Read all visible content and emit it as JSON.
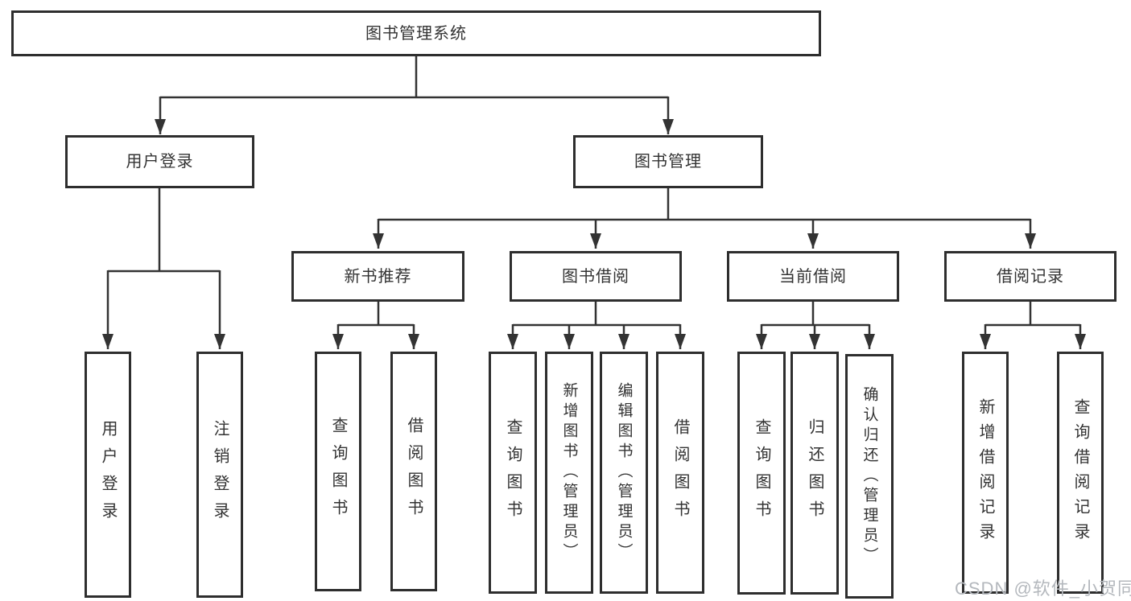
{
  "diagram_title": "图书管理系统",
  "tree": {
    "root": {
      "label": "图书管理系统"
    },
    "children": [
      {
        "label": "用户登录",
        "children": [
          {
            "label": "用户登录"
          },
          {
            "label": "注销登录"
          }
        ]
      },
      {
        "label": "图书管理",
        "children": [
          {
            "label": "新书推荐",
            "children": [
              {
                "label": "查询图书"
              },
              {
                "label": "借阅图书"
              }
            ]
          },
          {
            "label": "图书借阅",
            "children": [
              {
                "label": "查询图书"
              },
              {
                "label": "新增图书（管理员）"
              },
              {
                "label": "编辑图书（管理员）"
              },
              {
                "label": "借阅图书"
              }
            ]
          },
          {
            "label": "当前借阅",
            "children": [
              {
                "label": "查询图书"
              },
              {
                "label": "归还图书"
              },
              {
                "label": "确认归还（管理员）"
              }
            ]
          },
          {
            "label": "借阅记录",
            "children": [
              {
                "label": "新增借阅记录"
              },
              {
                "label": "查询借阅记录"
              }
            ]
          }
        ]
      }
    ]
  },
  "watermark": {
    "text": "CSDN @软件_小贺同学"
  },
  "colors": {
    "line": "#333333",
    "box_border": "#2e2e2e",
    "text": "#333333",
    "background": "#ffffff",
    "watermark": "#b4b8bd"
  }
}
